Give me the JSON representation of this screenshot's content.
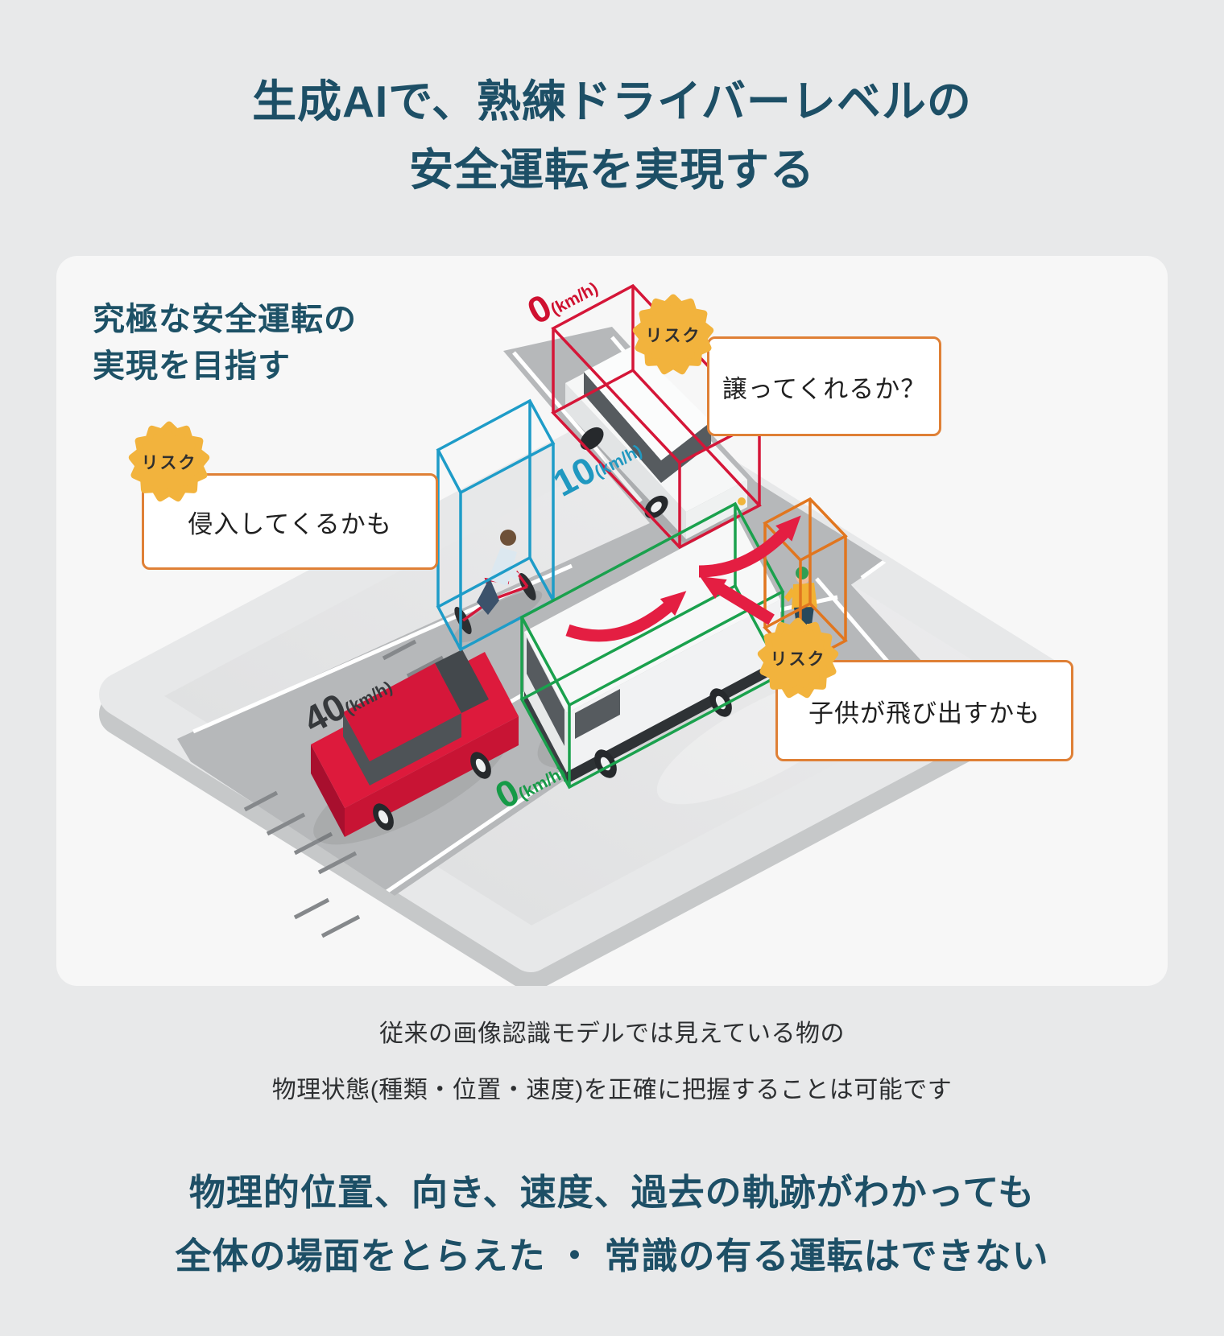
{
  "page": {
    "bg": "#e8e9ea"
  },
  "title": {
    "line1": "生成AIで、熟練ドライバーレベルの",
    "line2": "安全運転を実現する"
  },
  "card": {
    "heading_line1": "究極な安全運転の",
    "heading_line2": "実現を目指す"
  },
  "scene": {
    "speeds": {
      "ego": {
        "value": "40",
        "unit": "(km/h)"
      },
      "cyclist": {
        "value": "10",
        "unit": "(km/h)"
      },
      "white_car": {
        "value": "0",
        "unit": "(km/h)"
      },
      "van": {
        "value": "0",
        "unit": "(km/h)"
      }
    }
  },
  "callouts": {
    "badge_label": "リスク",
    "yield": {
      "text": "譲ってくれるか？"
    },
    "intrude": {
      "text": "侵入してくるかも"
    },
    "child": {
      "text": "子供が飛び出すかも"
    }
  },
  "body_text": {
    "line1": "従来の画像認識モデルでは見えている物の",
    "line2": "物理状態(種類・位置・速度)を正確に把握することは可能です"
  },
  "conclusion": {
    "line1": "物理的位置、向き、速度、過去の軌跡がわかっても",
    "line2": "全体の場面をとらえた ・ 常識の有る運転はできない"
  },
  "colors": {
    "page_bg": "#e8e9ea",
    "card_bg": "#f7f7f7",
    "teal": "#1d4f66",
    "heading_teal": "#1d5166",
    "text_dark": "#2d2f31",
    "badge_orange": "#f2b33d",
    "badge_text": "#2f2f2f",
    "callout_border": "#df8036",
    "box_red": "#d51638",
    "box_blue": "#1e9cc8",
    "box_green": "#1aa14d",
    "box_orange": "#e1761f",
    "arrow_red": "#e41e42",
    "label_dark": "#36393c",
    "label_blue": "#2098c0",
    "label_green": "#169a47",
    "label_red": "#cf1130",
    "car_red": "#d5173a",
    "road": "#b6b8ba",
    "slab": "#e4e5e6"
  }
}
